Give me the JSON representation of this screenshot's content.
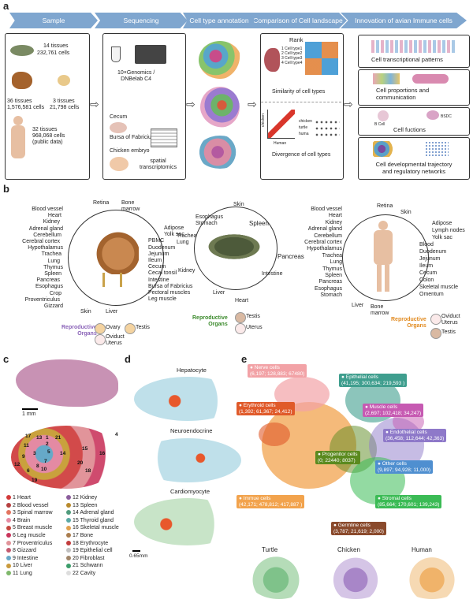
{
  "panels": {
    "a": "a",
    "b": "b",
    "c": "c",
    "d": "d",
    "e": "e"
  },
  "workflow": [
    "Sample",
    "Sequencing",
    "Cell type annotation",
    "Comparison of Cell landscape",
    "Innovation of avian Immune cells"
  ],
  "sample": {
    "turtle": {
      "tissues": "14 tissues",
      "cells": "232,761  cells"
    },
    "chicken": {
      "tissues": "36 tissues",
      "cells": "1,576,581 cells"
    },
    "chick": {
      "tissues": "3 tissues",
      "cells": "21,798 cells"
    },
    "human": {
      "tissues": "32 tissues",
      "cells": "968,068 cells",
      "note": "(public data)"
    }
  },
  "sequencing": {
    "platform": "10×Genomics /\nDNBelab C4",
    "cecum": "Cecum",
    "bursa": "Bursa of Fabricius",
    "embryo": "Chicken embryo",
    "spatial": "spatial\ntranscriptomics"
  },
  "comparison": {
    "rank": "Rank",
    "ranks": [
      "1  Cell type1",
      "2  Cell type2",
      "3  Cell type3",
      "4  Cell type4"
    ],
    "similarity": "Similarity of cell types",
    "divergence": "Divergence of cell types",
    "chicken": "chicken",
    "human": "Human",
    "chicken_row": "chicken",
    "turtle_row": "turtle",
    "human_row": "huma"
  },
  "innovation": [
    "Cell transcriptional patterns",
    "Cell proportions and\ncommunication",
    "Cell fuctions",
    "Cell developmental trajectory\nand regulatory networks"
  ],
  "innov_small": {
    "bcell": "B Cell",
    "bsdc": "BSDC"
  },
  "chicken_organs_left": [
    "Blood vessel",
    "Heart",
    "Kidney",
    "Adrenal gland",
    "Cerebellum",
    "Cerebral cortex",
    "Hypothalamus",
    "Trachea",
    "Lung",
    "Thymus",
    "Spleen",
    "Pancreas",
    "Esophagus",
    "Crop",
    "Proventriculus",
    "Gizzard"
  ],
  "chicken_organs_top": [
    "Retina",
    "Bone\nmarrow"
  ],
  "chicken_organs_right": [
    "Adipose",
    "Yolk sac",
    "PBMC",
    "Duodenum",
    "Jejunum",
    "Ileum",
    "Cecum",
    "Cecal tonsil",
    "Intestine",
    "Bursa of Fabricius",
    "Pectoral muscles",
    "Leg muscle"
  ],
  "chicken_organs_bottom": [
    "Skin",
    "Liver"
  ],
  "chicken_repro": {
    "title": "Reproductive\nOrgans",
    "ovary": "Ovary",
    "testis": "Testis",
    "oviduct": "Oviduct",
    "uterus": "Uterus"
  },
  "turtle_organs": [
    "Skin",
    "Esophagus",
    "Stomach",
    "Spleen",
    "Trachea",
    "Lung",
    "Pancreas",
    "Kidney",
    "Intestine",
    "Liver",
    "Heart"
  ],
  "turtle_repro": {
    "title": "Reproductive\nOrgans",
    "testis": "Testis",
    "uterus": "Uterus"
  },
  "human_organs_left": [
    "Blood vessel",
    "Heart",
    "Kidney",
    "Adrenal gland",
    "Cerebellum",
    "Cerebral cortex",
    "Hypothalamus",
    "Trachea",
    "Lung",
    "Thymus",
    "Spleen",
    "Pancreas",
    "Esophagus",
    "Stomach"
  ],
  "human_organs_top": [
    "Retina",
    "Skin"
  ],
  "human_organs_right": [
    "Adipose",
    "Lymph nodes",
    "Yolk sac",
    "Blood",
    "Duodenum",
    "Jejunum",
    "Ileum",
    "Cecum",
    "Colon",
    "Skeletal muscle",
    "Omentum"
  ],
  "human_organs_bottom": [
    "Liver",
    "Bone\nmarrow"
  ],
  "human_repro": {
    "title": "Reproductive\nOrgans",
    "oviduct": "Oviduct",
    "uterus": "Uterus",
    "testis": "Testis"
  },
  "scale_c": "1 mm",
  "section_numbers": [
    "17",
    "13",
    "1",
    "21",
    "2",
    "11",
    "9",
    "3",
    "5",
    "4",
    "15",
    "16",
    "12",
    "6",
    "7",
    "8",
    "10",
    "20",
    "19",
    "18",
    "14"
  ],
  "c_legend_left": [
    "1 Heart",
    "2 Blood vessel",
    "3 Spinal marrow",
    "4 Brain",
    "5 Breast muscle",
    "6 Leg muscle",
    "7 Proventriculus",
    "8 Gizzard",
    "9 Intestine",
    "10 Liver",
    "11 Lung"
  ],
  "c_legend_right": [
    "12 Kidney",
    "13 Spleen",
    "14 Adrenal gland",
    "15 Thyroid gland",
    "16 Skeletal muscle",
    "17 Bone",
    "18 Erythrocyte",
    "19 Epithelial cell",
    "20 Fibroblast",
    "21 Schwann",
    "22 Cavity"
  ],
  "c_colors_left": [
    "#d23a3a",
    "#b54040",
    "#e3745f",
    "#e68aa2",
    "#c4473f",
    "#c9345b",
    "#e1949a",
    "#c35a6f",
    "#67a8c8",
    "#c99a3d",
    "#7fb86b"
  ],
  "c_colors_right": [
    "#8b5d9c",
    "#b88a2c",
    "#4f9b7c",
    "#5ba9a5",
    "#e1a14f",
    "#aa7d4e",
    "#c23c3c",
    "#c0c0c0",
    "#a1866a",
    "#3b9d6a",
    "#dddddd"
  ],
  "d_titles": [
    "Hepatocyte",
    "Neuroendocrine",
    "Cardiomyocyte"
  ],
  "scale_d": "0.65mm",
  "e_groups": [
    {
      "name": "Nerve cells",
      "counts": "(6,197; 128,883; 67480)",
      "color": "#f2a2a6"
    },
    {
      "name": "Epithelial cells",
      "counts": "(41,195; 300,634; 219,593 )",
      "color": "#3f9e8e"
    },
    {
      "name": "Erythroid cells",
      "counts": "(1,392; 61,367; 24,412)",
      "color": "#e05a2a"
    },
    {
      "name": "Muscle cells",
      "counts": "(2,697; 102,418; 34,247)",
      "color": "#c65ab2"
    },
    {
      "name": "Endothelial cells",
      "counts": "(36,458; 112,644; 42,363)",
      "color": "#8e79c9"
    },
    {
      "name": "Progenitor cells",
      "counts": "(0; 22440; 8037)",
      "color": "#5b8a1f"
    },
    {
      "name": "Other cells",
      "counts": "(9,897; 94,928; 11,000)",
      "color": "#4f8fd0"
    },
    {
      "name": "Stromal cells",
      "counts": "(85,664; 170,601; 139,243)",
      "color": "#3bbb55"
    },
    {
      "name": "Immue cells",
      "counts": "(42,171; 478,812; 417,887 )",
      "color": "#f2a34d"
    },
    {
      "name": "Germline cells",
      "counts": "(3,787; 21,619; 2,000)",
      "color": "#8a4a2c"
    }
  ],
  "e_species": [
    "Turtle",
    "Chicken",
    "Human"
  ]
}
